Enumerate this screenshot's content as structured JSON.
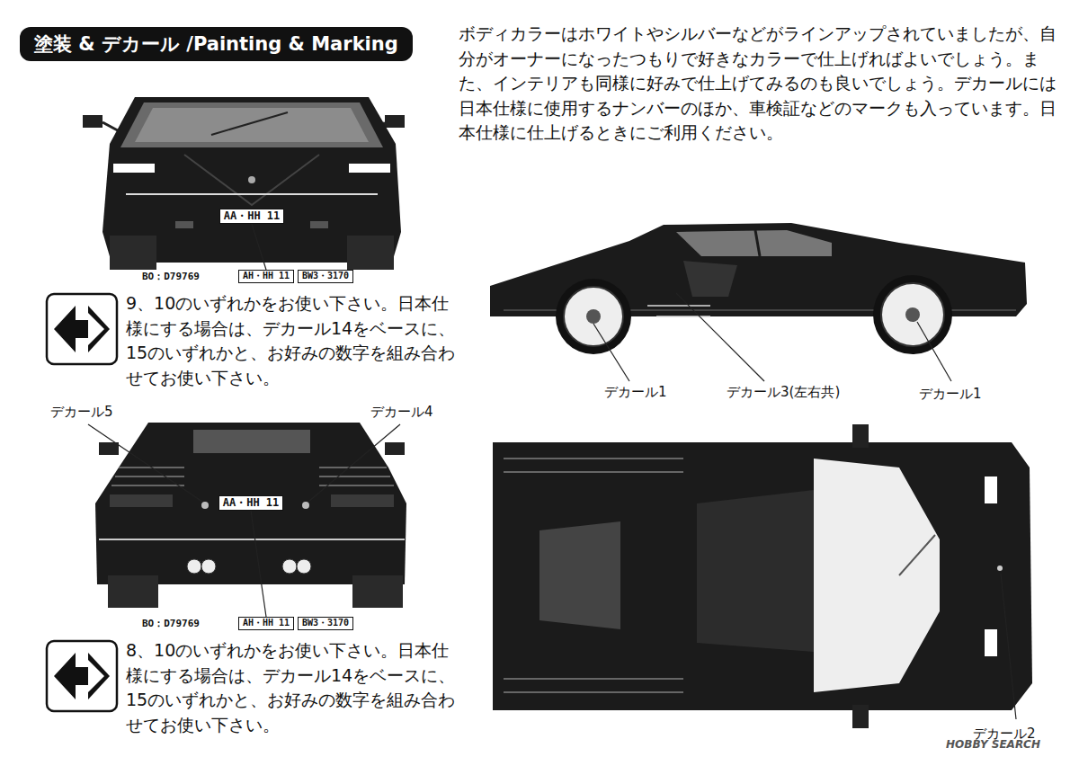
{
  "diagram": {
    "nodes": [
      {
        "text": [
          "塗装 & デカール /Painting & Marking"
        ]
      },
      {
        "text": [
          "AA・HH 11"
        ]
      },
      {
        "text": [
          "AH・HH 11"
        ]
      },
      {
        "text": [
          "BW3・3170"
        ]
      },
      {
        "text": [
          "AA・HH 11"
        ]
      },
      {
        "text": [
          "AH・HH 11"
        ]
      },
      {
        "text": [
          "BW3・3170"
        ]
      }
    ],
    "edges": [
      {
        "from": 1,
        "to": 2,
        "arrow": "none"
      },
      {
        "from": 4,
        "to": 5,
        "arrow": "none"
      }
    ],
    "labels": [
      "ボディカラーはホワイトやシルバーなどがラインアップされていましたが、自分がオーナーになったつもりで好きなカラーで仕上げればよいでしょう。また、インテリアも同様に好みで仕上げてみるのも良いでしょう。デカールには日本仕様に使用するナンバーのほか、車検証などのマークも入っています。日本仕様に仕上げるときにご利用ください。",
      "BO：D79769",
      "9、10のいずれかをお使い下さい。日本仕様にする場合は、デカール14をベースに、15のいずれかと、お好みの数字を組み合わせてお使い下さい。",
      "デカール5",
      "デカール4",
      "BO：D79769",
      "8、10のいずれかをお使い下さい。日本仕様にする場合は、デカール14をベースに、15のいずれかと、お好みの数字を組み合わせてお使い下さい。",
      "デカール1",
      "デカール3(左右共)",
      "デカール1",
      "デカール2",
      "HOBBY SEARCH"
    ]
  }
}
